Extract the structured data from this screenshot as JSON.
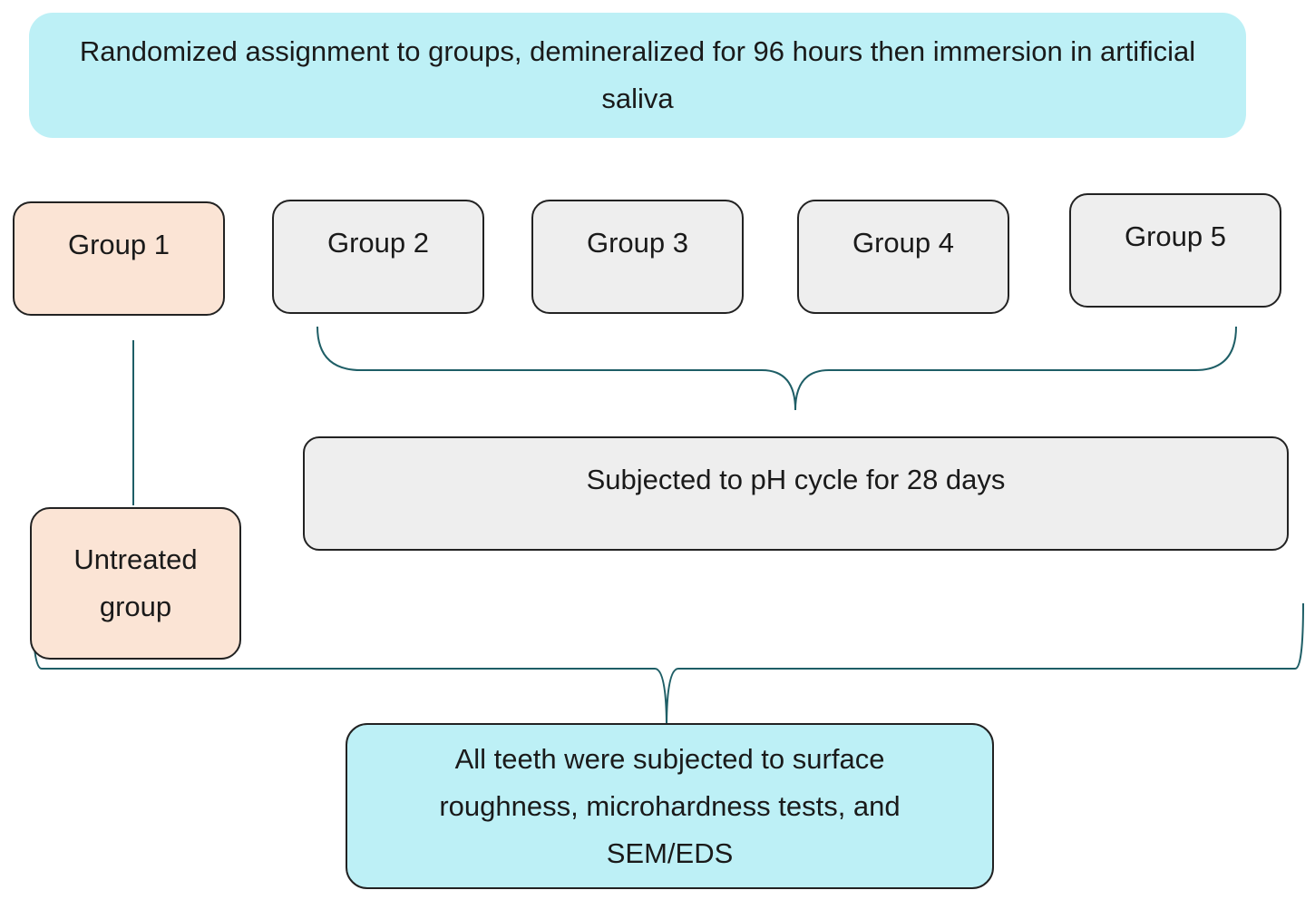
{
  "header": {
    "text": "Randomized assignment to groups, demineralized for 96 hours then immersion in artificial saliva"
  },
  "groups": [
    {
      "label": "Group 1"
    },
    {
      "label": "Group 2"
    },
    {
      "label": "Group 3"
    },
    {
      "label": "Group 4"
    },
    {
      "label": "Group 5"
    }
  ],
  "ph_cycle": {
    "text": "Subjected to pH cycle for 28 days"
  },
  "untreated": {
    "text": "Untreated group"
  },
  "final": {
    "text": "All teeth were subjected to surface roughness, microhardness tests, and SEM/EDS"
  },
  "colors": {
    "cyan_fill": "#bdf0f6",
    "peach_fill": "#fbe4d5",
    "gray_fill": "#eeeeee",
    "connector": "#1e5e66"
  }
}
